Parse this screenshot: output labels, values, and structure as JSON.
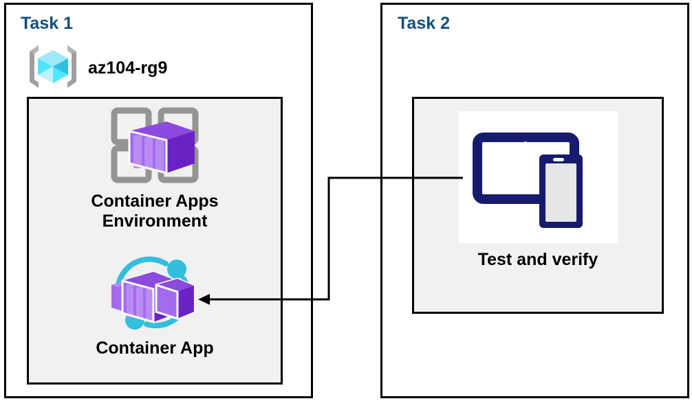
{
  "diagram": {
    "title_color": "#10507d",
    "panel_border_color": "#000000",
    "inner_fill_color": "#f1f1f1",
    "connector_color": "#000000"
  },
  "task1": {
    "title": "Task 1",
    "resource_group": {
      "icon": "resource-group-icon",
      "label": "az104-rg9"
    },
    "nodes": [
      {
        "icon": "container-apps-environment-icon",
        "label": "Container Apps\nEnvironment"
      },
      {
        "icon": "container-app-icon",
        "label": "Container App"
      }
    ]
  },
  "task2": {
    "title": "Task 2",
    "nodes": [
      {
        "icon": "test-and-verify-devices-icon",
        "label": "Test and verify"
      }
    ]
  },
  "connector": {
    "from": "test-and-verify-devices-icon",
    "to": "container-app-icon",
    "arrow_direction": "left"
  }
}
